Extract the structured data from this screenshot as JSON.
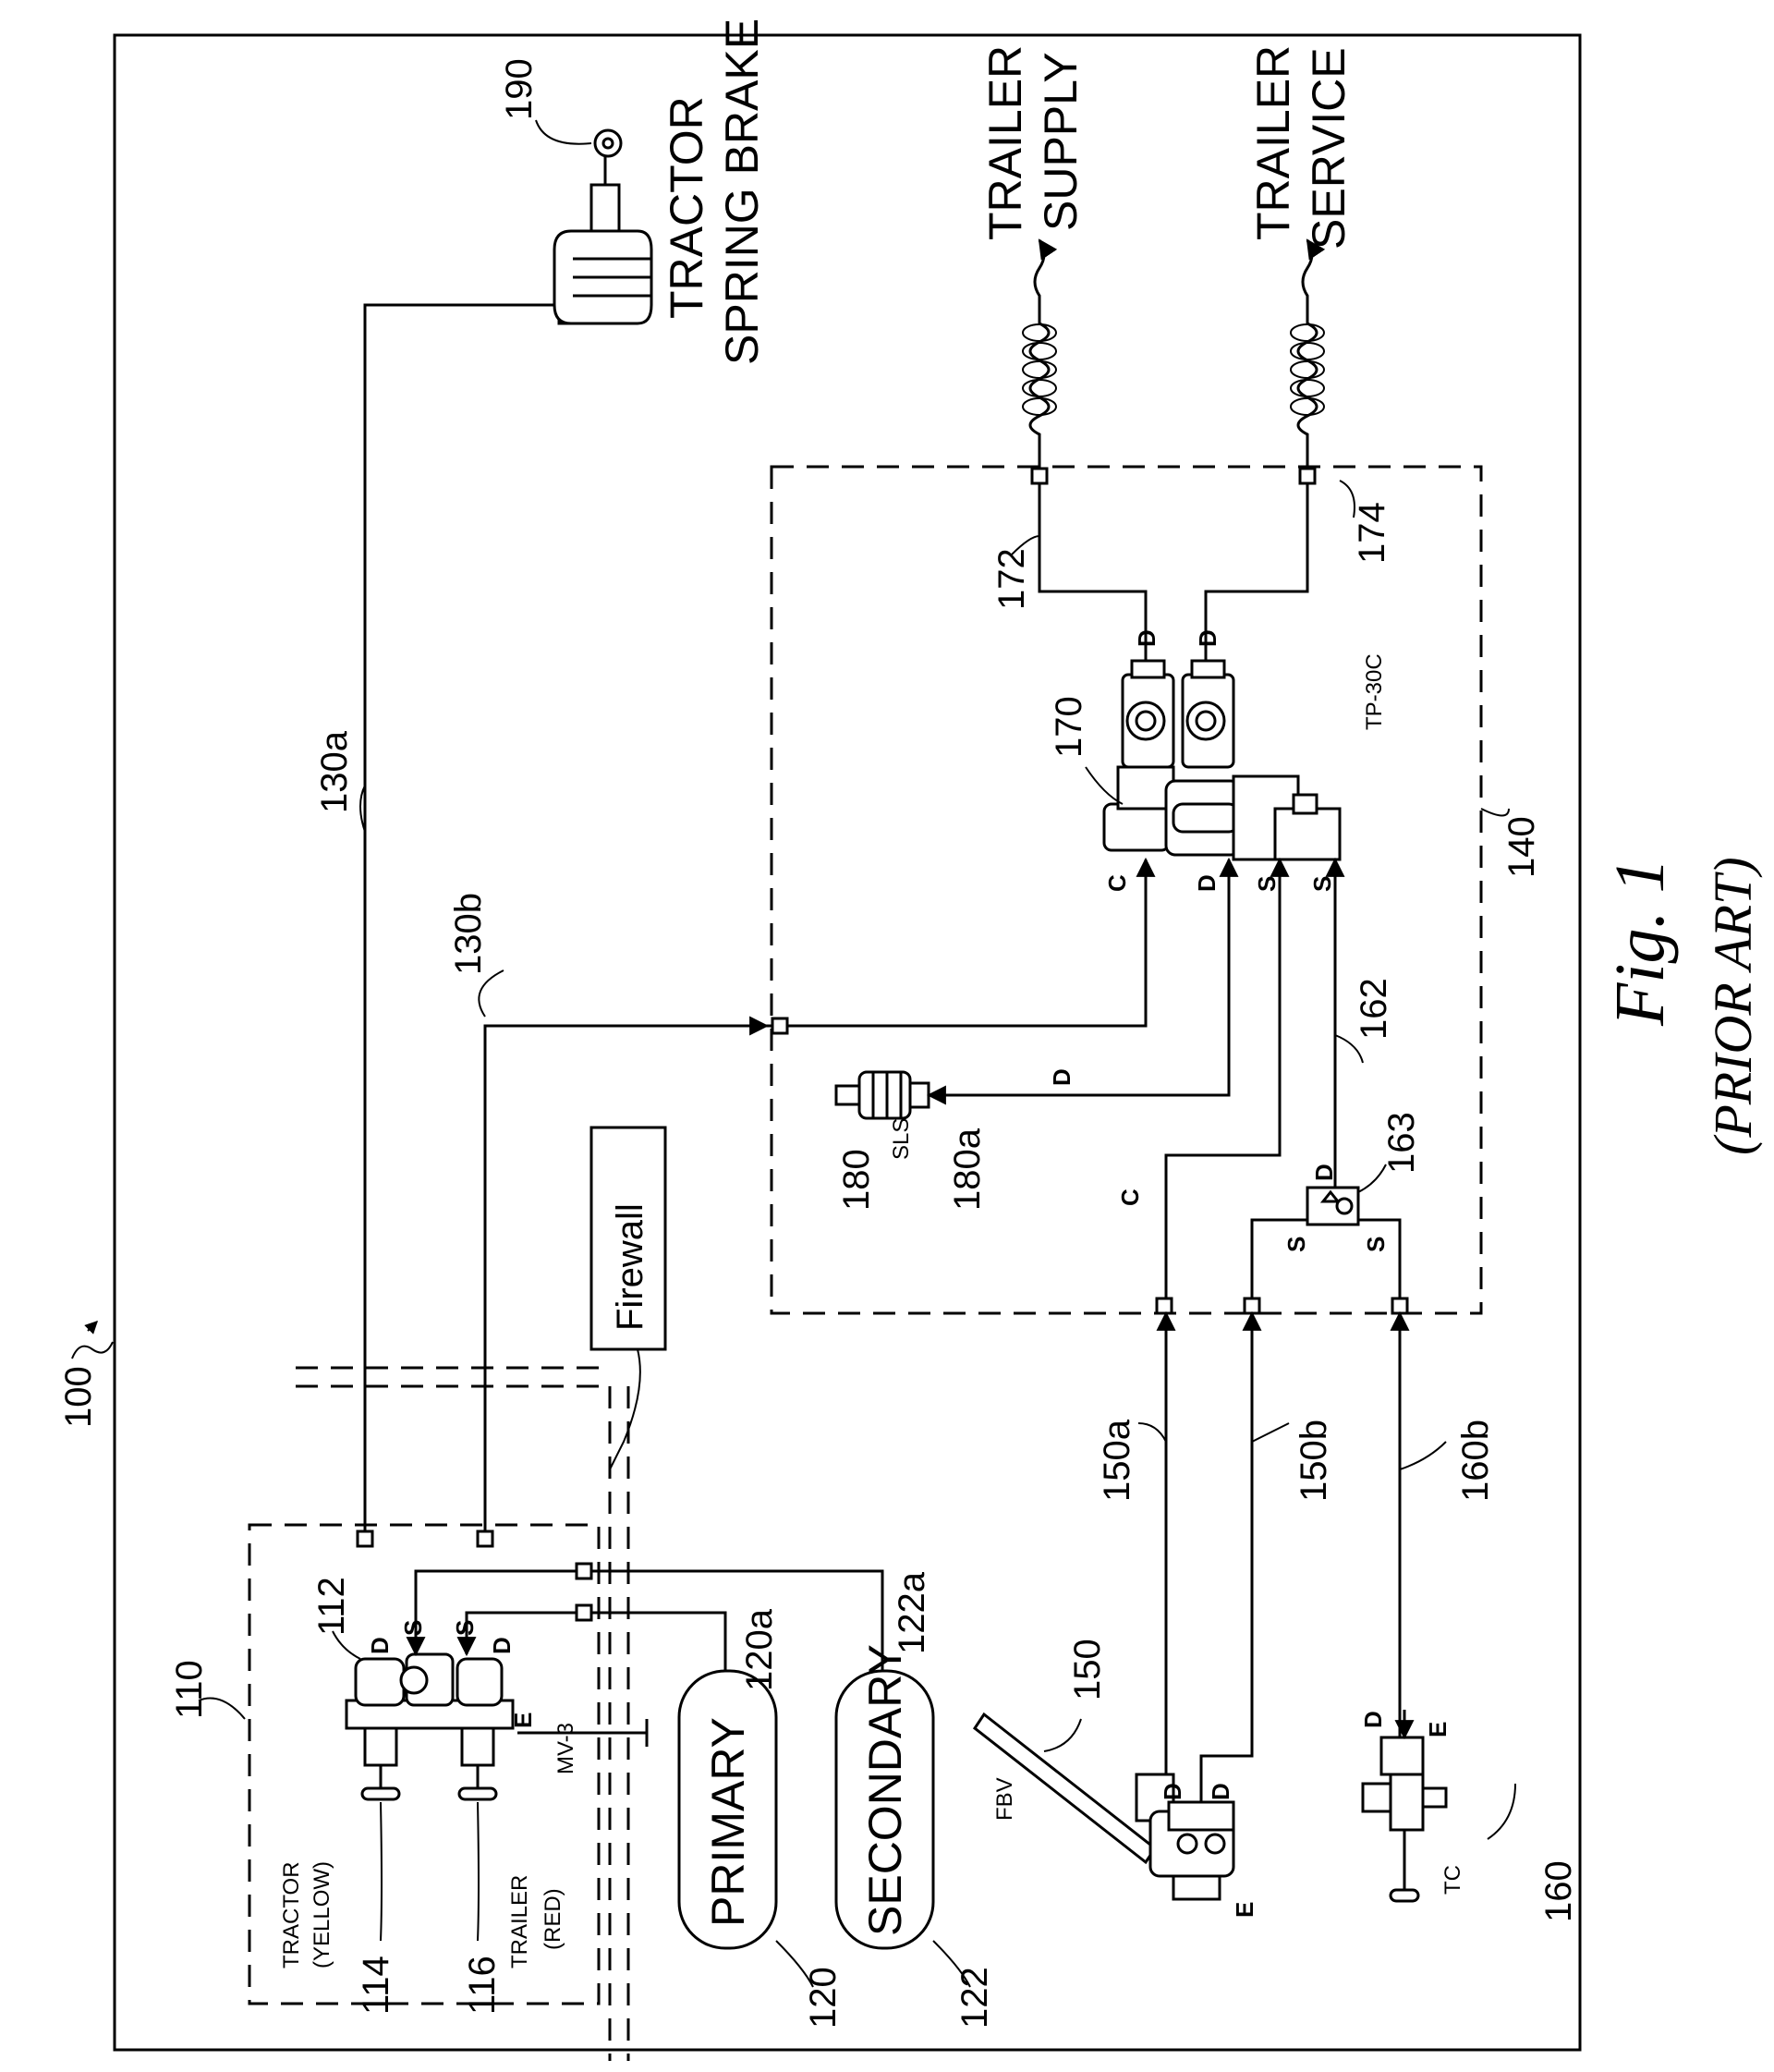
{
  "figure": {
    "number_label": "Fig. 1",
    "subtitle": "(PRIOR ART)"
  },
  "refs": {
    "system": "100",
    "valve_module": "110",
    "valve_body": "112",
    "tractor_knob": "114",
    "trailer_knob": "116",
    "primary_tank": "120",
    "primary_line": "120a",
    "secondary_tank": "122",
    "secondary_line": "122a",
    "line_a": "130a",
    "line_b": "130b",
    "trailer_module": "140",
    "foot_valve": "150",
    "foot_line_a": "150a",
    "foot_line_b": "150b",
    "hand_valve": "160",
    "hand_line": "160b",
    "hand_branch": "162",
    "shuttle": "163",
    "tp_valve": "170",
    "supply_port": "172",
    "service_port": "174",
    "switch": "180",
    "switch_line": "180a",
    "spring_brake": "190"
  },
  "labels": {
    "tractor_module": [
      "TRACTOR",
      "(YELLOW)"
    ],
    "trailer_module": [
      "TRAILER",
      "(RED)"
    ],
    "mv3": "MV-3",
    "primary": "PRIMARY",
    "secondary": "SECONDARY",
    "firewall": "Firewall",
    "fbv": "FBV",
    "tc": "TC",
    "sls": "SLS",
    "tp30c": "TP-30C",
    "tractor_spring_brake": [
      "TRACTOR",
      "SPRING BRAKE"
    ],
    "trailer_supply": [
      "TRAILER",
      "SUPPLY"
    ],
    "trailer_service": [
      "TRAILER",
      "SERVICE"
    ]
  },
  "ports": {
    "d": "D",
    "s": "S",
    "c": "C",
    "e": "E"
  }
}
